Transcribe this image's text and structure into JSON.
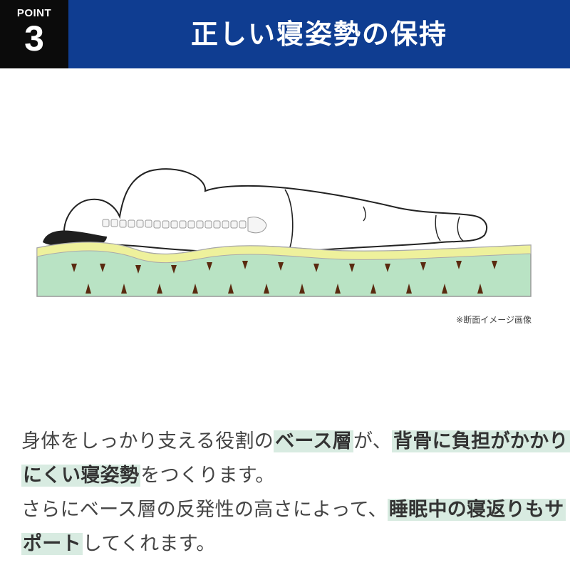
{
  "header": {
    "point_label": "POINT",
    "point_number": "3",
    "title": "正しい寝姿勢の保持"
  },
  "illustration": {
    "caption": "※断面イメージ画像",
    "colors": {
      "base_layer": "#b9e3c4",
      "top_layer": "#eef19c",
      "pillow": "#1f1f1f",
      "outline": "#222222"
    }
  },
  "description": {
    "line1": {
      "t1": "身体をしっかり支える役割の",
      "h1": "ベース層",
      "t2": "が、",
      "h2": "背骨に負担がかかり"
    },
    "line2": {
      "h1": "にくい寝姿勢",
      "t1": "をつくります。"
    },
    "line3": {
      "t1": "さらにベース層の反発性の高さによって、",
      "h1": "睡眠中の寝返りもサ"
    },
    "line4": {
      "h1": "ポート",
      "t1": "してくれます。"
    }
  },
  "colors": {
    "header_bg": "#0f3d91",
    "point_bg": "#0b0b0b",
    "highlight": "#d8ebe1"
  }
}
